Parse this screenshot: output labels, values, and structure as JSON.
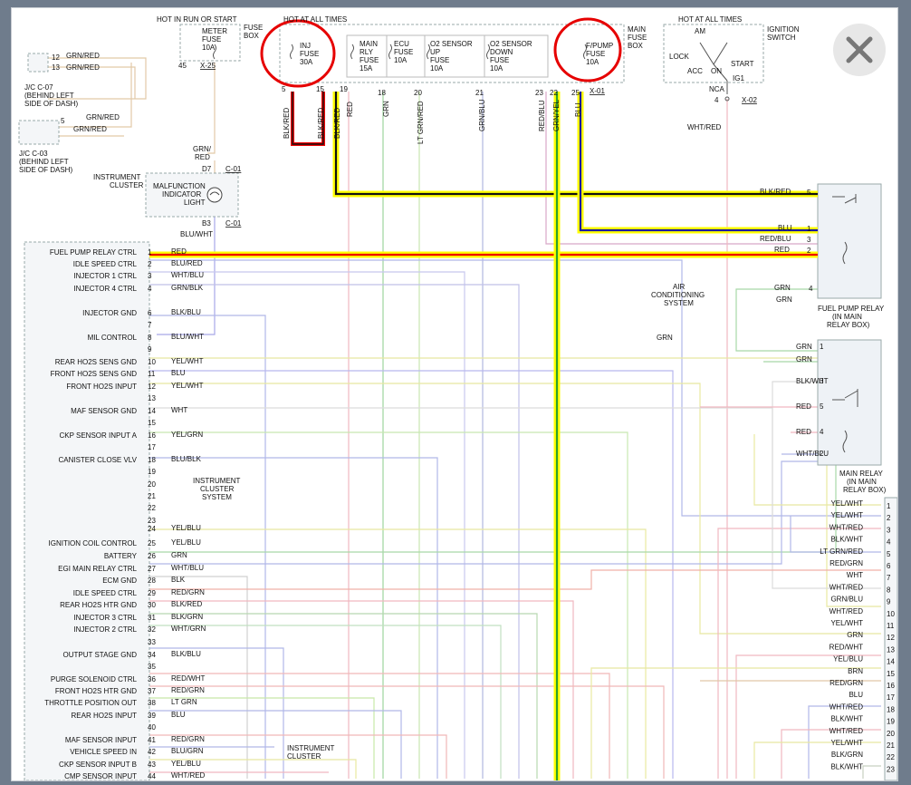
{
  "top": {
    "hot_run_start": "HOT IN RUN OR START",
    "hot_all_times_1": "HOT AT ALL TIMES",
    "hot_all_times_2": "HOT AT ALL TIMES",
    "fuse_box_1": "FUSE",
    "fuse_box_2": "BOX",
    "main_fuse_box_1": "MAIN",
    "main_fuse_box_2": "FUSE",
    "main_fuse_box_3": "BOX",
    "ignition_1": "IGNITION",
    "ignition_2": "SWITCH"
  },
  "fuses": [
    {
      "l1": "METER",
      "l2": "FUSE",
      "l3": "10A"
    },
    {
      "l1": "INJ",
      "l2": "FUSE",
      "l3": "30A"
    },
    {
      "l1": "MAIN",
      "l2": "RLY",
      "l3": "FUSE",
      "l4": "15A"
    },
    {
      "l1": "ECU",
      "l2": "FUSE",
      "l3": "10A"
    },
    {
      "l1": "O2 SENSOR",
      "l2": "UP",
      "l3": "FUSE",
      "l4": "10A"
    },
    {
      "l1": "O2 SENSOR",
      "l2": "DOWN",
      "l3": "FUSE",
      "l4": "10A"
    },
    {
      "l1": "F/PUMP",
      "l2": "FUSE",
      "l3": "10A"
    }
  ],
  "fuse_pins": [
    "45",
    "5",
    "15",
    "19",
    "18",
    "20",
    "21",
    "23",
    "22",
    "25"
  ],
  "connectors": {
    "x25": "X-25",
    "x01": "X-01",
    "x02": "X-02",
    "c01a": "C-01",
    "c01b": "C-01"
  },
  "ignition_switch": {
    "am": "AM",
    "lock": "LOCK",
    "acc": "ACC",
    "on": "ON",
    "start": "START",
    "ig1": "IG1",
    "nca": "NCA",
    "pin": "4",
    "wire": "WHT/RED"
  },
  "jc07": {
    "pin12": "12",
    "pin13": "13",
    "w12": "GRN/RED",
    "w13": "GRN/RED",
    "l1": "J/C C-07",
    "l2": "(BEHIND LEFT",
    "l3": "SIDE OF DASH)"
  },
  "jc03": {
    "pin5": "5",
    "w1": "GRN/RED",
    "w2": "GRN/RED",
    "l1": "J/C C-03",
    "l2": "(BEHIND LEFT",
    "l3": "SIDE OF DASH)"
  },
  "cluster": {
    "l1": "INSTRUMENT",
    "l2": "CLUSTER",
    "m1": "MALFUNCTION",
    "m2": "INDICATOR",
    "m3": "LIGHT",
    "d7": "D7",
    "b3": "B3",
    "w_top1": "GRN/",
    "w_top2": "RED",
    "w_bot": "BLU/WHT"
  },
  "fuse_wires": [
    "BLK/RED",
    "BLK/RED",
    "BLK/RED",
    "RED",
    "GRN",
    "LT GRN/RED",
    "GRN/BLU",
    "RED/BLU",
    "GRN/YEL",
    "BLU"
  ],
  "ecm_pins": [
    {
      "n": "1",
      "label": "FUEL PUMP RELAY CTRL",
      "wire": "RED"
    },
    {
      "n": "2",
      "label": "IDLE SPEED CTRL",
      "wire": "BLU/RED"
    },
    {
      "n": "3",
      "label": "INJECTOR 1 CTRL",
      "wire": "WHT/BLU"
    },
    {
      "n": "4",
      "label": "INJECTOR 4 CTRL",
      "wire": "GRN/BLK"
    },
    {
      "n": "6",
      "label": "INJECTOR GND",
      "wire": "BLK/BLU"
    },
    {
      "n": "7",
      "label": "",
      "wire": ""
    },
    {
      "n": "8",
      "label": "MIL CONTROL",
      "wire": "BLU/WHT"
    },
    {
      "n": "9",
      "label": "",
      "wire": ""
    },
    {
      "n": "10",
      "label": "REAR HO2S SENS GND",
      "wire": "YEL/WHT"
    },
    {
      "n": "11",
      "label": "FRONT HO2S SENS GND",
      "wire": "BLU"
    },
    {
      "n": "12",
      "label": "FRONT HO2S INPUT",
      "wire": "YEL/WHT"
    },
    {
      "n": "13",
      "label": "",
      "wire": ""
    },
    {
      "n": "14",
      "label": "MAF SENSOR GND",
      "wire": "WHT"
    },
    {
      "n": "15",
      "label": "",
      "wire": ""
    },
    {
      "n": "16",
      "label": "CKP SENSOR INPUT A",
      "wire": "YEL/GRN"
    },
    {
      "n": "17",
      "label": "",
      "wire": ""
    },
    {
      "n": "18",
      "label": "CANISTER CLOSE VLV",
      "wire": "BLU/BLK"
    },
    {
      "n": "19",
      "label": "",
      "wire": ""
    },
    {
      "n": "20",
      "label": "",
      "wire": ""
    },
    {
      "n": "21",
      "label": "",
      "wire": ""
    },
    {
      "n": "22",
      "label": "",
      "wire": ""
    },
    {
      "n": "23",
      "label": "",
      "wire": ""
    },
    {
      "n": "24",
      "label": "",
      "wire": "YEL/BLU"
    },
    {
      "n": "25",
      "label": "IGNITION COIL CONTROL",
      "wire": "YEL/BLU"
    },
    {
      "n": "26",
      "label": "BATTERY",
      "wire": "GRN"
    },
    {
      "n": "27",
      "label": "EGI MAIN RELAY CTRL",
      "wire": "WHT/BLU"
    },
    {
      "n": "28",
      "label": "ECM GND",
      "wire": "BLK"
    },
    {
      "n": "29",
      "label": "IDLE SPEED CTRL",
      "wire": "RED/GRN"
    },
    {
      "n": "30",
      "label": "REAR HO2S HTR GND",
      "wire": "BLK/RED"
    },
    {
      "n": "31",
      "label": "INJECTOR 3 CTRL",
      "wire": "BLK/GRN"
    },
    {
      "n": "32",
      "label": "INJECTOR 2 CTRL",
      "wire": "WHT/GRN"
    },
    {
      "n": "33",
      "label": "",
      "wire": ""
    },
    {
      "n": "34",
      "label": "OUTPUT STAGE GND",
      "wire": "BLK/BLU"
    },
    {
      "n": "35",
      "label": "",
      "wire": ""
    },
    {
      "n": "36",
      "label": "PURGE SOLENOID CTRL",
      "wire": "RED/WHT"
    },
    {
      "n": "37",
      "label": "FRONT HO2S HTR GND",
      "wire": "RED/GRN"
    },
    {
      "n": "38",
      "label": "THROTTLE POSITION OUT",
      "wire": "LT GRN"
    },
    {
      "n": "39",
      "label": "REAR HO2S INPUT",
      "wire": "BLU"
    },
    {
      "n": "40",
      "label": "",
      "wire": ""
    },
    {
      "n": "41",
      "label": "MAF SENSOR INPUT",
      "wire": "RED/GRN"
    },
    {
      "n": "42",
      "label": "VEHICLE SPEED IN",
      "wire": "BLU/GRN"
    },
    {
      "n": "43",
      "label": "CKP SENSOR INPUT B",
      "wire": "YEL/BLU"
    },
    {
      "n": "44",
      "label": "CMP SENSOR INPUT",
      "wire": "WHT/RED"
    }
  ],
  "cluster_system": {
    "l1": "INSTRUMENT",
    "l2": "CLUSTER",
    "l3": "SYSTEM"
  },
  "cluster_bottom": {
    "l1": "INSTRUMENT",
    "l2": "CLUSTER"
  },
  "ac_system": {
    "l1": "AIR",
    "l2": "CONDITIONING",
    "l3": "SYSTEM",
    "wire": "GRN"
  },
  "fuel_pump_relay": {
    "title1": "FUEL PUMP RELAY",
    "title2": "(IN MAIN",
    "title3": "RELAY BOX)",
    "pins": [
      {
        "n": "5",
        "wire": "BLK/RED"
      },
      {
        "n": "1",
        "wire": "BLU"
      },
      {
        "n": "3",
        "wire": "RED/BLU"
      },
      {
        "n": "2",
        "wire": "RED"
      },
      {
        "n": "4",
        "wire": "GRN",
        "wire2": "GRN"
      }
    ]
  },
  "main_relay": {
    "title1": "MAIN RELAY",
    "title2": "(IN MAIN",
    "title3": "RELAY BOX)",
    "pins": [
      {
        "n": "1",
        "wire": "GRN"
      },
      {
        "n": "",
        "wire": "GRN"
      },
      {
        "n": "3",
        "wire": "BLK/WHT"
      },
      {
        "n": "5",
        "wire": "RED"
      },
      {
        "n": "4",
        "wire": "RED"
      },
      {
        "n": "2",
        "wire": "WHT/BLU"
      }
    ]
  },
  "right_connector": [
    {
      "n": "1",
      "wire": "YEL/WHT"
    },
    {
      "n": "2",
      "wire": "YEL/WHT"
    },
    {
      "n": "3",
      "wire": "WHT/RED"
    },
    {
      "n": "4",
      "wire": "BLK/WHT"
    },
    {
      "n": "5",
      "wire": "LT GRN/RED"
    },
    {
      "n": "6",
      "wire": "RED/GRN"
    },
    {
      "n": "7",
      "wire": "WHT"
    },
    {
      "n": "8",
      "wire": "WHT/RED"
    },
    {
      "n": "9",
      "wire": "GRN/BLU"
    },
    {
      "n": "10",
      "wire": "WHT/RED"
    },
    {
      "n": "11",
      "wire": "YEL/WHT"
    },
    {
      "n": "12",
      "wire": "GRN"
    },
    {
      "n": "13",
      "wire": "RED/WHT"
    },
    {
      "n": "14",
      "wire": "YEL/BLU"
    },
    {
      "n": "15",
      "wire": "BRN"
    },
    {
      "n": "16",
      "wire": "RED/GRN"
    },
    {
      "n": "17",
      "wire": "BLU"
    },
    {
      "n": "18",
      "wire": "WHT/RED"
    },
    {
      "n": "19",
      "wire": "BLK/WHT"
    },
    {
      "n": "20",
      "wire": "WHT/RED"
    },
    {
      "n": "21",
      "wire": "YEL/WHT"
    },
    {
      "n": "22",
      "wire": "BLK/GRN"
    },
    {
      "n": "23",
      "wire": "BLK/WHT"
    }
  ],
  "colors": {
    "highlight_yellow": "#ffff00",
    "wire_black": "#111111",
    "wire_red": "#ee0000",
    "wire_blue": "#1a1aa0",
    "circle_red": "#e60000",
    "green_wire": "#8ed08e",
    "pale_wire": "#e6dca0"
  },
  "close_button": "close-icon"
}
